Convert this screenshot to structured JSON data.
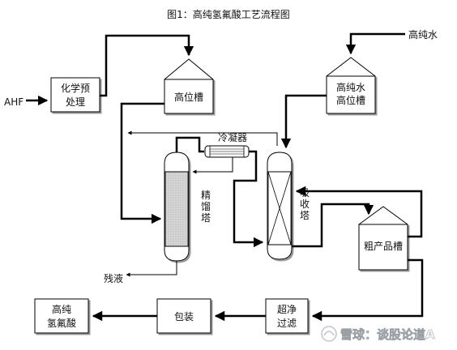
{
  "title": "图1：高纯氢氟酸工艺流程图",
  "inputs": {
    "ahf": "AHF",
    "pure_water": "高纯水"
  },
  "units": {
    "pretreat": [
      "化学预",
      "处理"
    ],
    "high_tank": "高位槽",
    "water_high_tank": [
      "高纯水",
      "高位槽"
    ],
    "condenser": "冷凝器",
    "distill_tower": [
      "精",
      "馏",
      "塔"
    ],
    "absorb_tower": [
      "吸",
      "收",
      "塔"
    ],
    "crude_tank": "粗产品槽",
    "ultra_filter": [
      "超净",
      "过滤"
    ],
    "packaging": "包装",
    "product": [
      "高纯",
      "氢氟酸"
    ]
  },
  "outputs": {
    "residue": "残液"
  },
  "watermark": "雪球：谈股论道A"
}
